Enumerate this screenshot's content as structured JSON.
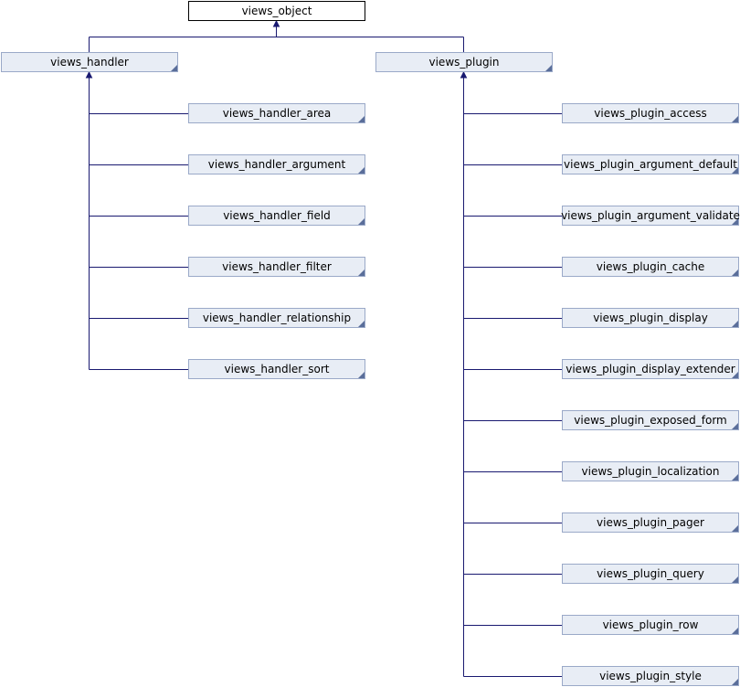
{
  "colors": {
    "node_fill": "#e8edf5",
    "node_border": "#9aa9c8",
    "root_fill": "#ffffff",
    "root_border": "#000000",
    "edge": "#191970"
  },
  "root": {
    "label": "views_object"
  },
  "handler": {
    "label": "views_handler",
    "children": [
      "views_handler_area",
      "views_handler_argument",
      "views_handler_field",
      "views_handler_filter",
      "views_handler_relationship",
      "views_handler_sort"
    ]
  },
  "plugin": {
    "label": "views_plugin",
    "children": [
      "views_plugin_access",
      "views_plugin_argument_default",
      "views_plugin_argument_validate",
      "views_plugin_cache",
      "views_plugin_display",
      "views_plugin_display_extender",
      "views_plugin_exposed_form",
      "views_plugin_localization",
      "views_plugin_pager",
      "views_plugin_query",
      "views_plugin_row",
      "views_plugin_style"
    ]
  }
}
